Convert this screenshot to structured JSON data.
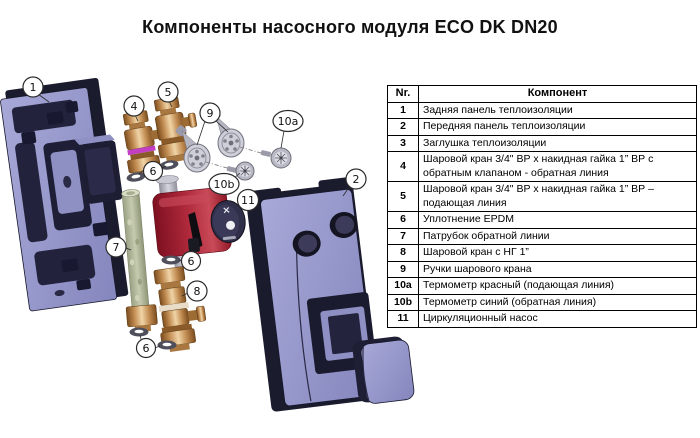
{
  "title": "Компоненты насосного модуля ECO DK DN20",
  "table": {
    "headers": {
      "nr": "Nr.",
      "component": "Компонент"
    },
    "rows": [
      {
        "nr": "1",
        "component": "Задняя панель теплоизоляции"
      },
      {
        "nr": "2",
        "component": "Передняя панель теплоизоляции"
      },
      {
        "nr": "3",
        "component": "Заглушка теплоизоляции"
      },
      {
        "nr": "4",
        "component": "Шаровой кран 3/4\" ВР х накидная гайка 1” ВР с обратным клапаном -  обратная линия"
      },
      {
        "nr": "5",
        "component": "Шаровой кран 3/4\" ВР х накидная гайка 1” ВР – подающая линия"
      },
      {
        "nr": "6",
        "component": "Уплотнение EPDM"
      },
      {
        "nr": "7",
        "component": "Патрубок обратной линии"
      },
      {
        "nr": "8",
        "component": "Шаровой кран с НГ 1”"
      },
      {
        "nr": "9",
        "component": "Ручки шарового крана"
      },
      {
        "nr": "10a",
        "component": "Термометр красный (подающая линия)"
      },
      {
        "nr": "10b",
        "component": "Термометр синий (обратная линия)"
      },
      {
        "nr": "11",
        "component": "Циркуляционный насос"
      }
    ]
  },
  "diagram": {
    "callouts": [
      "1",
      "4",
      "5",
      "9",
      "10a",
      "10b",
      "11",
      "2",
      "6",
      "7",
      "6",
      "8",
      "6"
    ],
    "colors": {
      "insulation_lavender": "#9b9ccd",
      "insulation_dark": "#20203a",
      "brass": "#c08a50",
      "brass_highlight": "#f0d4a6",
      "check_valve_ring_magenta": "#c23ec2",
      "pump_red": "#a81e33",
      "pump_face_navy": "#32324d",
      "pipe_green": "#b6bc9f",
      "metal_grey": "#c6c6d2"
    }
  }
}
